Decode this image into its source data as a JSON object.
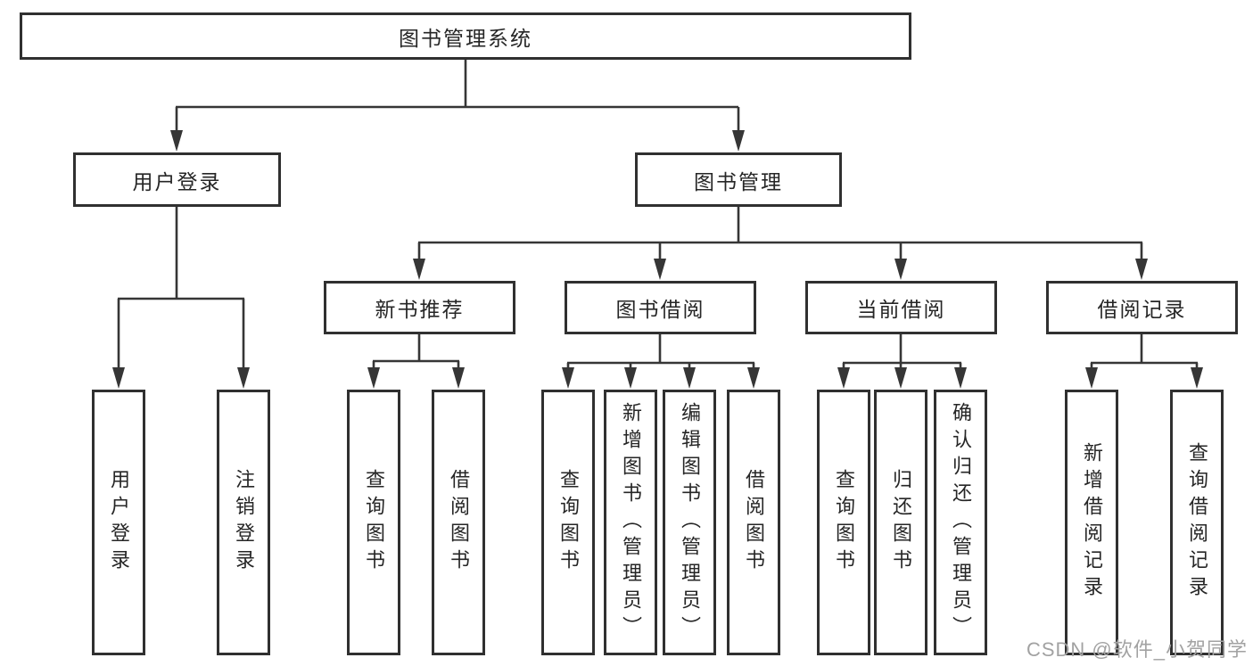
{
  "diagram": {
    "root": {
      "label": "图书管理系统"
    },
    "level2": [
      {
        "label": "用户登录"
      },
      {
        "label": "图书管理"
      }
    ],
    "level3": [
      {
        "label": "新书推荐",
        "parent": "图书管理"
      },
      {
        "label": "图书借阅",
        "parent": "图书管理"
      },
      {
        "label": "当前借阅",
        "parent": "图书管理"
      },
      {
        "label": "借阅记录",
        "parent": "图书管理"
      }
    ],
    "leaves": [
      {
        "label": "用户登录",
        "parent": "用户登录"
      },
      {
        "label": "注销登录",
        "parent": "用户登录"
      },
      {
        "label": "查询图书",
        "parent": "新书推荐"
      },
      {
        "label": "借阅图书",
        "parent": "新书推荐"
      },
      {
        "label": "查询图书",
        "parent": "图书借阅"
      },
      {
        "label": "新增图书（管理员）",
        "parent": "图书借阅"
      },
      {
        "label": "编辑图书（管理员）",
        "parent": "图书借阅"
      },
      {
        "label": "借阅图书",
        "parent": "图书借阅"
      },
      {
        "label": "查询图书",
        "parent": "当前借阅"
      },
      {
        "label": "归还图书",
        "parent": "当前借阅"
      },
      {
        "label": "确认归还（管理员）",
        "parent": "当前借阅"
      },
      {
        "label": "新增借阅记录",
        "parent": "借阅记录"
      },
      {
        "label": "查询借阅记录",
        "parent": "借阅记录"
      }
    ]
  },
  "watermark": {
    "text": "CSDN @软件_小贺同学"
  },
  "colors": {
    "line": "#363636",
    "box_border": "#303030",
    "text": "#262626",
    "watermark": "#a2a2a2",
    "background": "#ffffff"
  }
}
